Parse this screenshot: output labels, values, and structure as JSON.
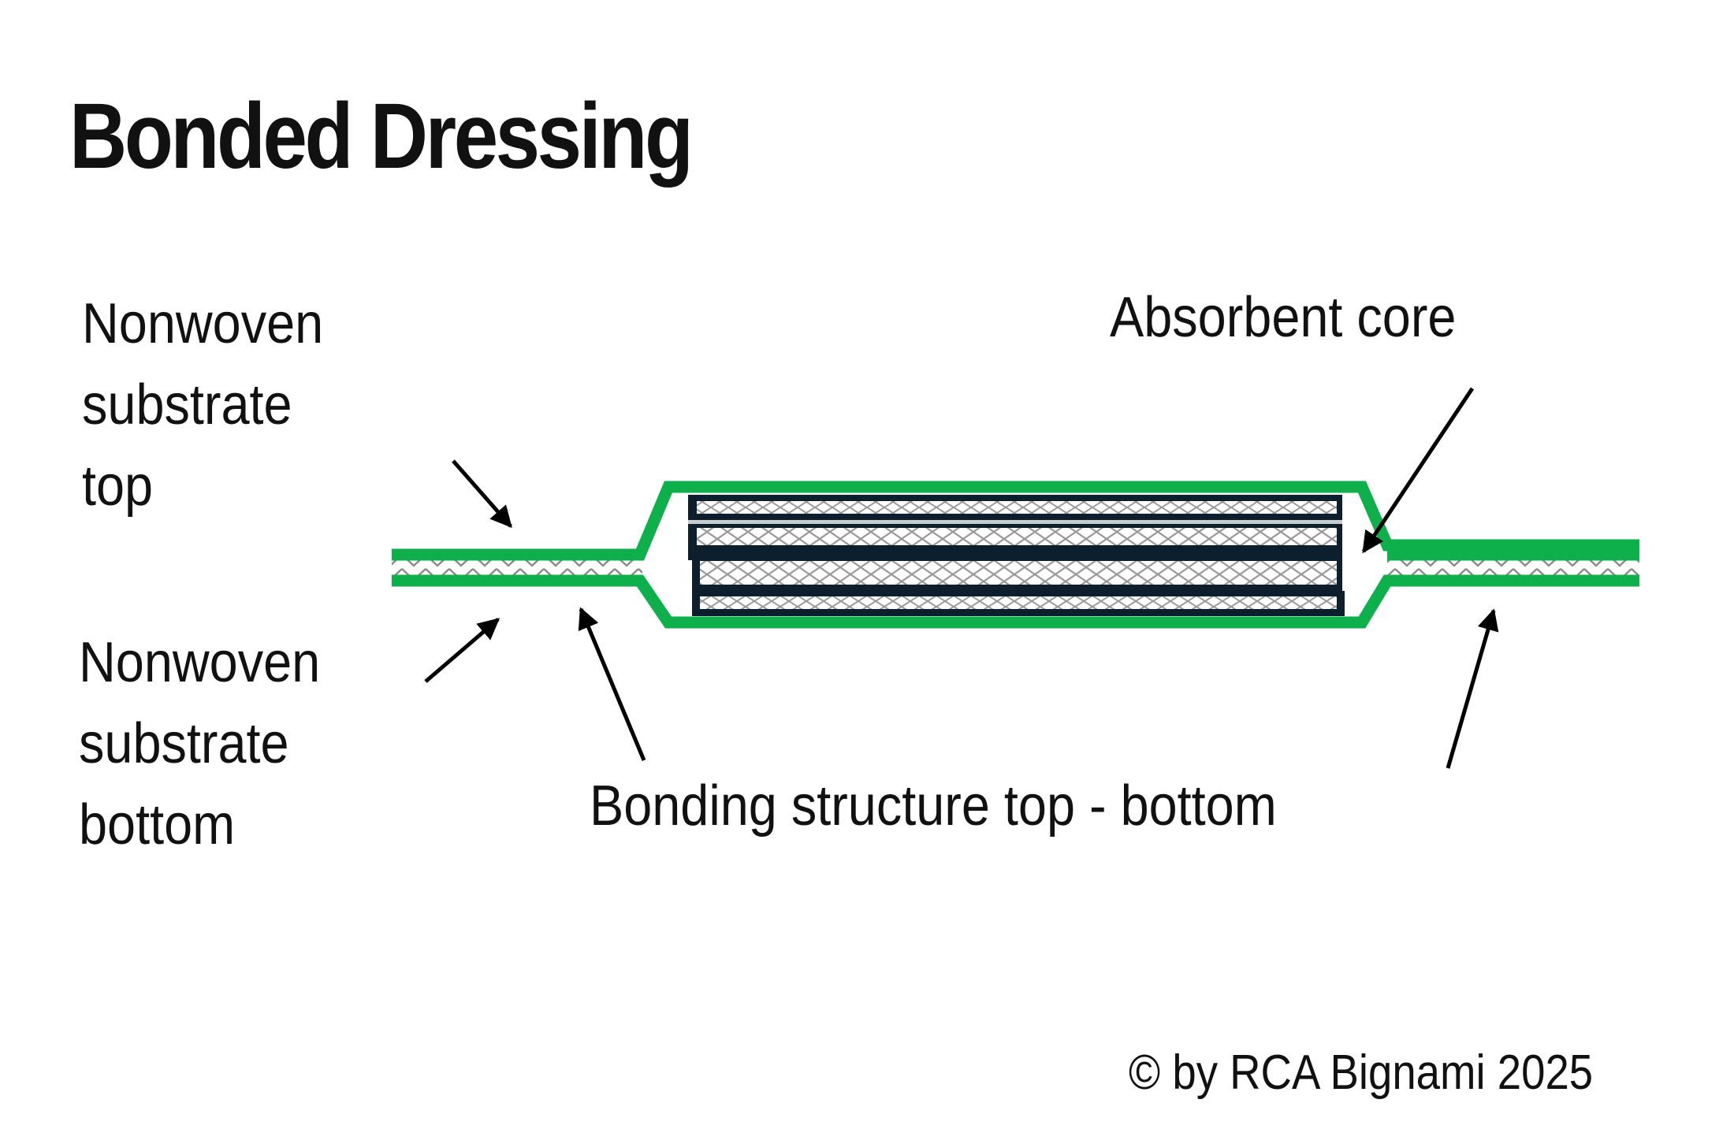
{
  "title": "Bonded Dressing",
  "labels": {
    "substrate_top": [
      "Nonwoven",
      "substrate",
      "top"
    ],
    "substrate_bottom": [
      "Nonwoven",
      "substrate",
      "bottom"
    ],
    "absorbent_core": "Absorbent core",
    "bonding_structure": "Bonding structure top - bottom"
  },
  "copyright": "© by RCA Bignami 2025",
  "colors": {
    "bonding_green": "#0eb04b",
    "core_layer_navy": "#0d1f2d",
    "hatch_gray": "#9a9a9a",
    "arrow": "#000000"
  }
}
